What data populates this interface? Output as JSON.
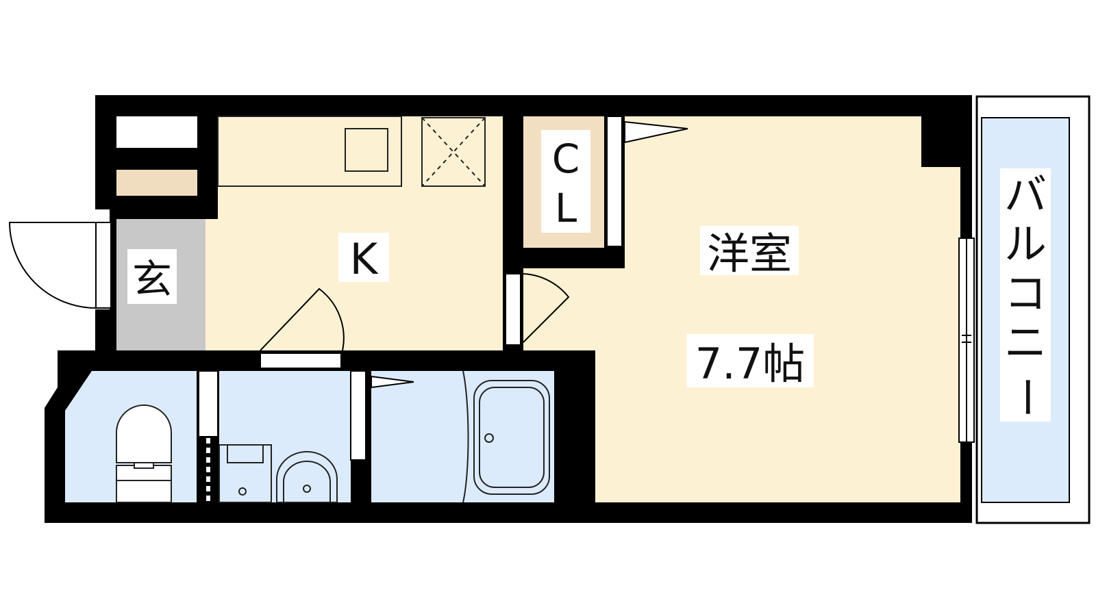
{
  "labels": {
    "genkan": "玄",
    "kitchen": "K",
    "closet_line1": "C",
    "closet_line2": "L",
    "room_name": "洋室",
    "room_size": "7.7帖",
    "balcony": [
      "バ",
      "ル",
      "コ",
      "ニ",
      "ー"
    ]
  },
  "colors": {
    "wall": "#000000",
    "room_fill": "#fdf1d3",
    "wet_fill": "#dcebfc",
    "genkan_fill": "#c8c8c8",
    "closet_fill": "#f2dfc2",
    "shelf_fill": "#f0ddc0",
    "fixture_stroke": "#222222"
  }
}
